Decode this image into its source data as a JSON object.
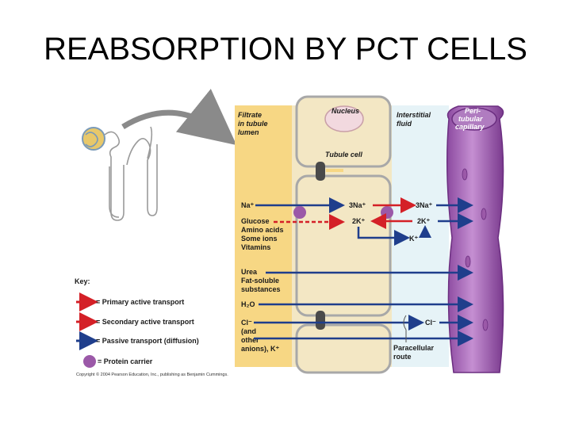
{
  "title": "REABSORPTION BY PCT CELLS",
  "labels": {
    "filtrate": [
      "Filtrate",
      "in tubule",
      "lumen"
    ],
    "nucleus": "Nucleus",
    "interstitial": [
      "Interstitial",
      "fluid"
    ],
    "capillary": [
      "Peri-",
      "tubular",
      "capillary"
    ],
    "tubule_cell": "Tubule cell",
    "paracellular": [
      "Paracellular",
      "route"
    ]
  },
  "solutes": {
    "na": "Na⁺",
    "glucose_group": [
      "Glucose",
      "Amino acids",
      "Some ions",
      "Vitamins"
    ],
    "urea_group": [
      "Urea",
      "Fat-soluble",
      "substances"
    ],
    "water": "H₂O",
    "cl_group": [
      "Cl⁻",
      "(and",
      "other",
      "anions), K⁺"
    ],
    "pump_na_in": "3Na⁺",
    "pump_k_in": "2K⁺",
    "pump_na_out": "3Na⁺",
    "pump_k_out": "2K⁺",
    "k_leak": "K⁺",
    "cl_out": "Cl⁻"
  },
  "key": {
    "heading": "Key:",
    "items": [
      "= Primary active transport",
      "= Secondary active transport",
      "= Passive transport (diffusion)",
      "= Protein carrier"
    ]
  },
  "copyright": "Copyright © 2004 Pearson Education, Inc., publishing as Benjamin Cummings.",
  "colors": {
    "primary_active": "#d42027",
    "secondary_active": "#d42027",
    "passive": "#1f3e8c",
    "protein_carrier": "#9b59a8",
    "lumen": "#f7d784",
    "cell": "#f3e7c4",
    "interstitial": "#e6f3f7",
    "capillary": "#a866b8"
  }
}
